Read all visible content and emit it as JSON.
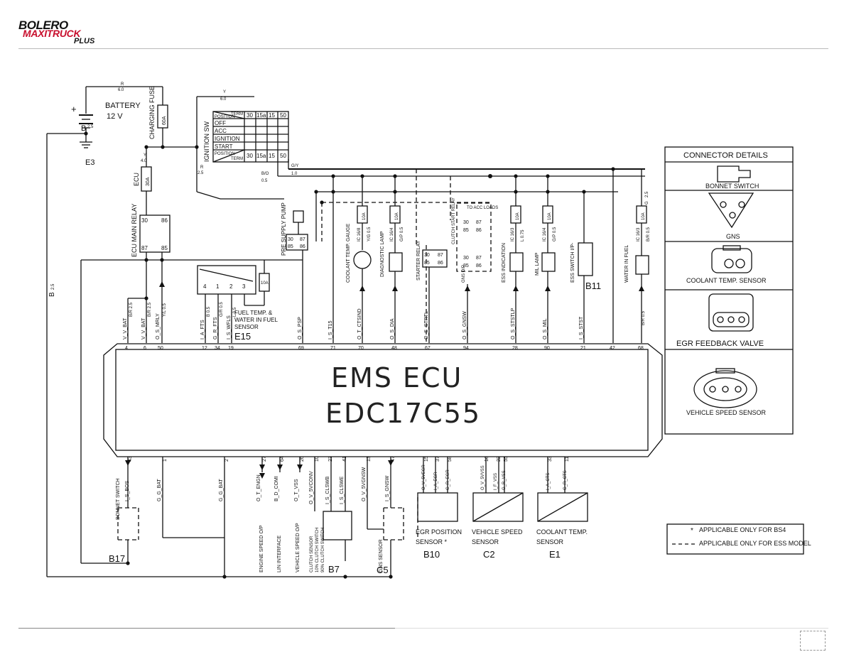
{
  "brand": {
    "line1": "BOLERO",
    "line2": "MAXITRUCK",
    "line3": "PLUS",
    "accent_color": "#c8102e"
  },
  "ecu": {
    "title": "EMS ECU",
    "model": "EDC17C55"
  },
  "battery": {
    "label": "BATTERY",
    "voltage": "12 V",
    "ground": "E3",
    "wire_top": "R",
    "wire_top_size": "6.0",
    "wire_left": "B",
    "wire_left_size": "2.5"
  },
  "charging_fuse": {
    "label": "CHARGING FUSE",
    "rating": "60A"
  },
  "ecu_fuse": {
    "label": "ECU",
    "rating": "30A",
    "wire": "Y",
    "wire_size": "4.0"
  },
  "ecu_main_relay": {
    "label": "ECU MAIN RELAY",
    "pins": [
      "30",
      "86",
      "87",
      "85"
    ]
  },
  "ignition_sw": {
    "label": "IGNITION SW",
    "wire_top": "Y",
    "wire_top_size": "6.0",
    "wire_left": "R",
    "wire_left_size": "2.5",
    "header": [
      "TERM",
      "30",
      "15a",
      "15",
      "50"
    ],
    "header_pos": "POSITION",
    "rows": [
      "OFF",
      "ACC",
      "IGNITION",
      "START"
    ]
  },
  "ground_bus_wire": {
    "label": "B",
    "size": "2.5"
  },
  "pre_supply_pump": {
    "label": "PRE SUPPLY PUMP",
    "relay_pins": [
      "30",
      "87",
      "85",
      "86"
    ]
  },
  "fuel_temp_sensor": {
    "label1": "FUEL TEMP. &",
    "label2": "WATER IN FUEL",
    "label3": "SENSOR",
    "code": "E15",
    "pins": [
      "4",
      "1",
      "2",
      "3"
    ],
    "fuse": "10A"
  },
  "wire_bus": {
    "w1": "G/Y",
    "w1_size": "1.0",
    "w2": "B/O",
    "w2_size": "0.5",
    "w3": "G",
    "w3_size": "2.5"
  },
  "components_top": [
    {
      "label": "COOLANT TEMP. GAUGE",
      "fuse": "10A",
      "ic": "IC 16/8",
      "wire": "Y/G 0.5"
    },
    {
      "label": "DIAGNOSTIC LAMP",
      "fuse": "10A",
      "ic": "IC 16/4",
      "wire": "G/P 0.5"
    },
    {
      "label": "STARTER RELAY",
      "pins": [
        "30",
        "87",
        "85",
        "86"
      ]
    },
    {
      "label": "CLUTCH START RELAY",
      "pins": [
        "30",
        "87",
        "85",
        "86"
      ],
      "note": "TO ACC LOADS"
    },
    {
      "label": "ESS INDICATION",
      "fuse": "10A",
      "ic": "IC 16/3",
      "wire": "L 0.75"
    },
    {
      "label": "MIL LAMP",
      "fuse": "10A",
      "ic": "IC 16/4",
      "wire": "G/P 0.5"
    },
    {
      "label": "ESS SWITCH I/P-",
      "code": "B11"
    },
    {
      "label": "WATER IN FUEL",
      "fuse": "10A",
      "ic": "IC 16/3",
      "wire": "B/R 0.5"
    },
    {
      "label": "GNS O/P",
      "code": ""
    }
  ],
  "ecu_pins_top": [
    {
      "pin": "4",
      "signal": "V_V_BAT",
      "wire": "B/R 2.5"
    },
    {
      "pin": "6",
      "signal": "V_V_BAT",
      "wire": "B/R 2.5"
    },
    {
      "pin": "50",
      "signal": "O_S_MRLY",
      "wire": "Y/L 0.5"
    },
    {
      "pin": "12",
      "signal": "I_A_FTS",
      "wire": "B 0.5"
    },
    {
      "pin": "34",
      "signal": "G_R_FTS",
      "wire": "G/R 0.5"
    },
    {
      "pin": "19",
      "signal": "I_S_WFLS",
      "wire": "L 0.5"
    },
    {
      "pin": "69",
      "signal": "O_S_PSP",
      "wire": ""
    },
    {
      "pin": "71",
      "signal": "I_S_T15",
      "wire": ""
    },
    {
      "pin": "70",
      "signal": "O_T_CTSIND",
      "wire": ""
    },
    {
      "pin": "48",
      "signal": "O_S_DIA",
      "wire": ""
    },
    {
      "pin": "67",
      "signal": "O_S_STRTL",
      "wire": ""
    },
    {
      "pin": "94",
      "signal": "O_S_GNSW",
      "wire": ""
    },
    {
      "pin": "28",
      "signal": "O_S_STSTLP",
      "wire": ""
    },
    {
      "pin": "90",
      "signal": "O_S_MIL",
      "wire": ""
    },
    {
      "pin": "21",
      "signal": "I_S_STST",
      "wire": ""
    },
    {
      "pin": "42",
      "signal": "",
      "wire": ""
    },
    {
      "pin": "68",
      "signal": "",
      "wire": "B/R 0.5"
    }
  ],
  "ecu_pins_bottom": [
    {
      "pin": "43",
      "signal": "I_S_BOS",
      "wire": "B/R"
    },
    {
      "pin": "1",
      "signal": "G_G_BAT",
      "wire": "B 2.5"
    },
    {
      "pin": "2",
      "signal": "G_G_BAT",
      "wire": "B 2.5"
    },
    {
      "pin": "27",
      "signal": "O_T_ENGN",
      "wire": ""
    },
    {
      "pin": "64",
      "signal": "B_D_COMI",
      "wire": "0.5"
    },
    {
      "pin": "26",
      "signal": "O_T_VSS",
      "wire": "O/G 0.5"
    },
    {
      "pin": "10",
      "signal": "O_V_5VCONV",
      "wire": "0.5"
    },
    {
      "pin": "23",
      "signal": "I_S_CLSWB",
      "wire": "0.5"
    },
    {
      "pin": "41",
      "signal": "I_S_CLSWE",
      "wire": "0.5"
    },
    {
      "pin": "13",
      "signal": "O_V_5VGNSW",
      "wire": "0.5"
    },
    {
      "pin": "47",
      "signal": "I_S_GNSW",
      "wire": "0.5"
    },
    {
      "pin": "15",
      "signal": "O_V_5VEGR",
      "wire": "0.5"
    },
    {
      "pin": "37",
      "signal": "I_A_EGR",
      "wire": "0.5"
    },
    {
      "pin": "58",
      "signal": "G_R_EGR",
      "wire": "0.5"
    },
    {
      "pin": "16",
      "signal": "O_V_5VVSS",
      "wire": "0.5"
    },
    {
      "pin": "22",
      "signal": "I_F_VSS",
      "wire": "0.5"
    },
    {
      "pin": "55",
      "signal": "G_R_VSS",
      "wire": "0.5"
    },
    {
      "pin": "33",
      "signal": "I_A_CTS",
      "wire": "0.5"
    },
    {
      "pin": "11",
      "signal": "G_R_CTS",
      "wire": "0.5"
    }
  ],
  "bottom_labels": {
    "bonnet": {
      "label": "BONNET SWITCH",
      "code": "B17"
    },
    "engine_speed": "ENGINE SPEED O/P",
    "lin": "LIN INTERFACE",
    "vehicle_speed_op": "VEHICLE SPEED O/P",
    "clutch": {
      "label1": "CLUTCH SENSOR",
      "label2": "10% CLUTCH SWITCH",
      "label3": "90% CLUTCH SWITCH",
      "code": "B7"
    },
    "gns": {
      "label": "GNS SENSOR",
      "code": "C5"
    },
    "egr": {
      "label1": "EGR POSITION",
      "label2": "SENSOR *",
      "code": "B10"
    },
    "vss": {
      "label1": "VEHICLE SPEED",
      "label2": "SENSOR",
      "code": "C2"
    },
    "cts": {
      "label1": "COOLANT TEMP.",
      "label2": "SENSOR",
      "code": "E1"
    }
  },
  "connector_details": {
    "title": "CONNECTOR DETAILS",
    "items": [
      "BONNET SWITCH",
      "GNS",
      "COOLANT TEMP. SENSOR",
      "EGR FEEDBACK VALVE",
      "VEHICLE SPEED SENSOR"
    ]
  },
  "legend": {
    "items": [
      {
        "symbol": "*",
        "text": "APPLICABLE ONLY FOR BS4"
      },
      {
        "symbol": "- - -",
        "text": "APPLICABLE ONLY FOR ESS MODEL"
      }
    ]
  }
}
